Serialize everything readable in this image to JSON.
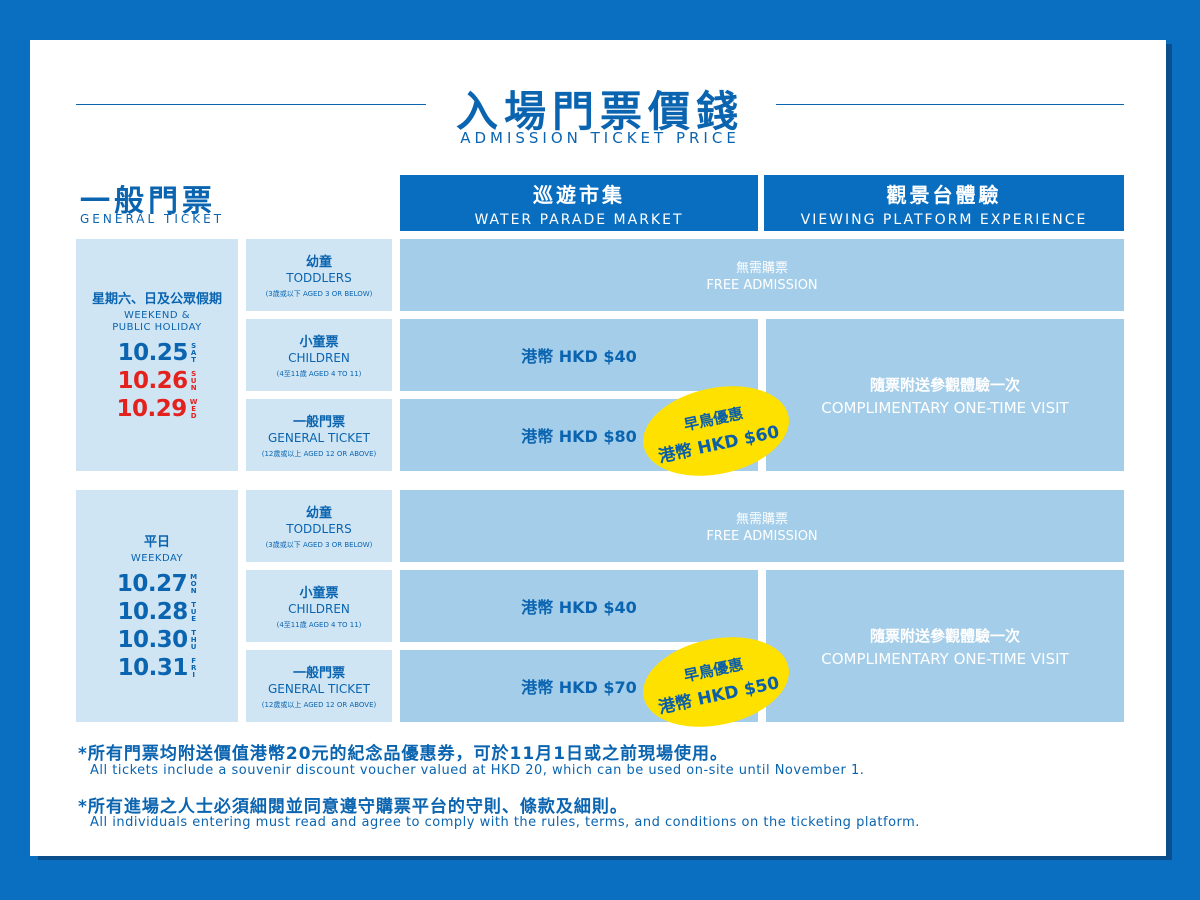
{
  "header": {
    "title_zh": "入場門票價錢",
    "title_en": "ADMISSION TICKET PRICE"
  },
  "general_ticket": {
    "zh": "一般門票",
    "en": "GENERAL TICKET"
  },
  "columns": [
    {
      "zh": "巡遊市集",
      "en": "WATER PARADE MARKET"
    },
    {
      "zh": "觀景台體驗",
      "en": "VIEWING PLATFORM EXPERIENCE"
    }
  ],
  "groups": [
    {
      "day_zh": "星期六、日及公眾假期",
      "day_en_line1": "WEEKEND &",
      "day_en_line2": "PUBLIC HOLIDAY",
      "dates": [
        {
          "date": "10.25",
          "dow": [
            "S",
            "A",
            "T"
          ],
          "red": false
        },
        {
          "date": "10.26",
          "dow": [
            "S",
            "U",
            "N"
          ],
          "red": true
        },
        {
          "date": "10.29",
          "dow": [
            "W",
            "E",
            "D"
          ],
          "red": true
        }
      ],
      "rows": [
        {
          "zh": "幼童",
          "en": "TODDLERS",
          "note": "(3歲或以下 AGED 3 OR BELOW)"
        },
        {
          "zh": "小童票",
          "en": "CHILDREN",
          "note": "(4至11歲 AGED 4 TO 11)"
        },
        {
          "zh": "一般門票",
          "en": "GENERAL TICKET",
          "note": "(12歲或以上 AGED 12 OR ABOVE)"
        }
      ],
      "free_zh": "無需購票",
      "free_en": "FREE ADMISSION",
      "child_price": "港幣 HKD $40",
      "general_price": "港幣 HKD $80",
      "early_bird_label": "早鳥優惠",
      "early_bird_price": "港幣 HKD $60",
      "comp_zh": "隨票附送參觀體驗一次",
      "comp_en": "COMPLIMENTARY ONE-TIME VISIT"
    },
    {
      "day_zh": "平日",
      "day_en_line1": "WEEKDAY",
      "day_en_line2": "",
      "dates": [
        {
          "date": "10.27",
          "dow": [
            "M",
            "O",
            "N"
          ],
          "red": false
        },
        {
          "date": "10.28",
          "dow": [
            "T",
            "U",
            "E"
          ],
          "red": false
        },
        {
          "date": "10.30",
          "dow": [
            "T",
            "H",
            "U"
          ],
          "red": false
        },
        {
          "date": "10.31",
          "dow": [
            "F",
            "R",
            "I"
          ],
          "red": false
        }
      ],
      "rows": [
        {
          "zh": "幼童",
          "en": "TODDLERS",
          "note": "(3歲或以下 AGED 3 OR BELOW)"
        },
        {
          "zh": "小童票",
          "en": "CHILDREN",
          "note": "(4至11歲 AGED 4 TO 11)"
        },
        {
          "zh": "一般門票",
          "en": "GENERAL TICKET",
          "note": "(12歲或以上 AGED 12 OR ABOVE)"
        }
      ],
      "free_zh": "無需購票",
      "free_en": "FREE ADMISSION",
      "child_price": "港幣 HKD $40",
      "general_price": "港幣 HKD $70",
      "early_bird_label": "早鳥優惠",
      "early_bird_price": "港幣 HKD $50",
      "comp_zh": "隨票附送參觀體驗一次",
      "comp_en": "COMPLIMENTARY ONE-TIME VISIT"
    }
  ],
  "notes": [
    {
      "zh": "*所有門票均附送價值港幣20元的紀念品優惠券，可於11月1日或之前現場使用。",
      "en": "All tickets include a souvenir discount voucher valued at HKD 20, which can be used on-site until November 1."
    },
    {
      "zh": "*所有進場之人士必須細閱並同意遵守購票平台的守則、條款及細則。",
      "en": "All individuals entering must read and agree to comply with the rules, terms, and conditions on the ticketing platform."
    }
  ],
  "colors": {
    "background": "#0a6fc0",
    "header_blue": "#0a6ec0",
    "cell_blue": "#a3cde8",
    "cell_light": "#cfe5f4",
    "text_blue": "#0a64b0",
    "red": "#e5211d",
    "badge_yellow": "#ffe100"
  }
}
